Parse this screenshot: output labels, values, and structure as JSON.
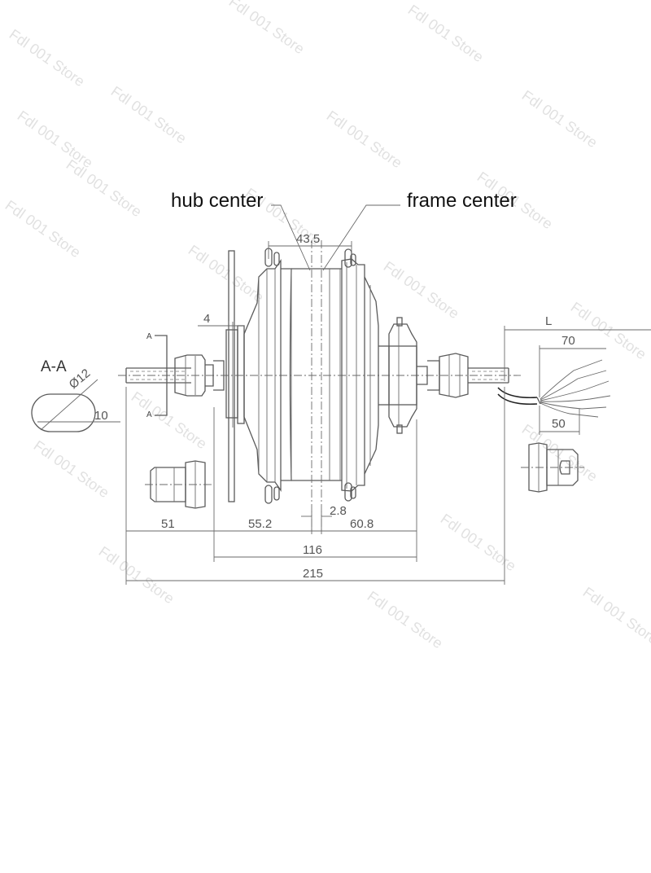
{
  "watermark_text": "Fdl 001 Store",
  "labels": {
    "hub_center": "hub center",
    "frame_center": "frame center",
    "section": "A-A",
    "section_mark_top": "A",
    "section_mark_bottom": "A",
    "cable_length": "L"
  },
  "dimensions": {
    "hub_center_offset": "43.5",
    "flange_thickness": "4",
    "shaft_diameter": "Ø12",
    "flat_width": "10",
    "cable_70": "70",
    "cable_50": "50",
    "axle_51": "51",
    "left_55_2": "55.2",
    "offset_2_8": "2.8",
    "right_60_8": "60.8",
    "dropout_116": "116",
    "overall_215": "215"
  }
}
